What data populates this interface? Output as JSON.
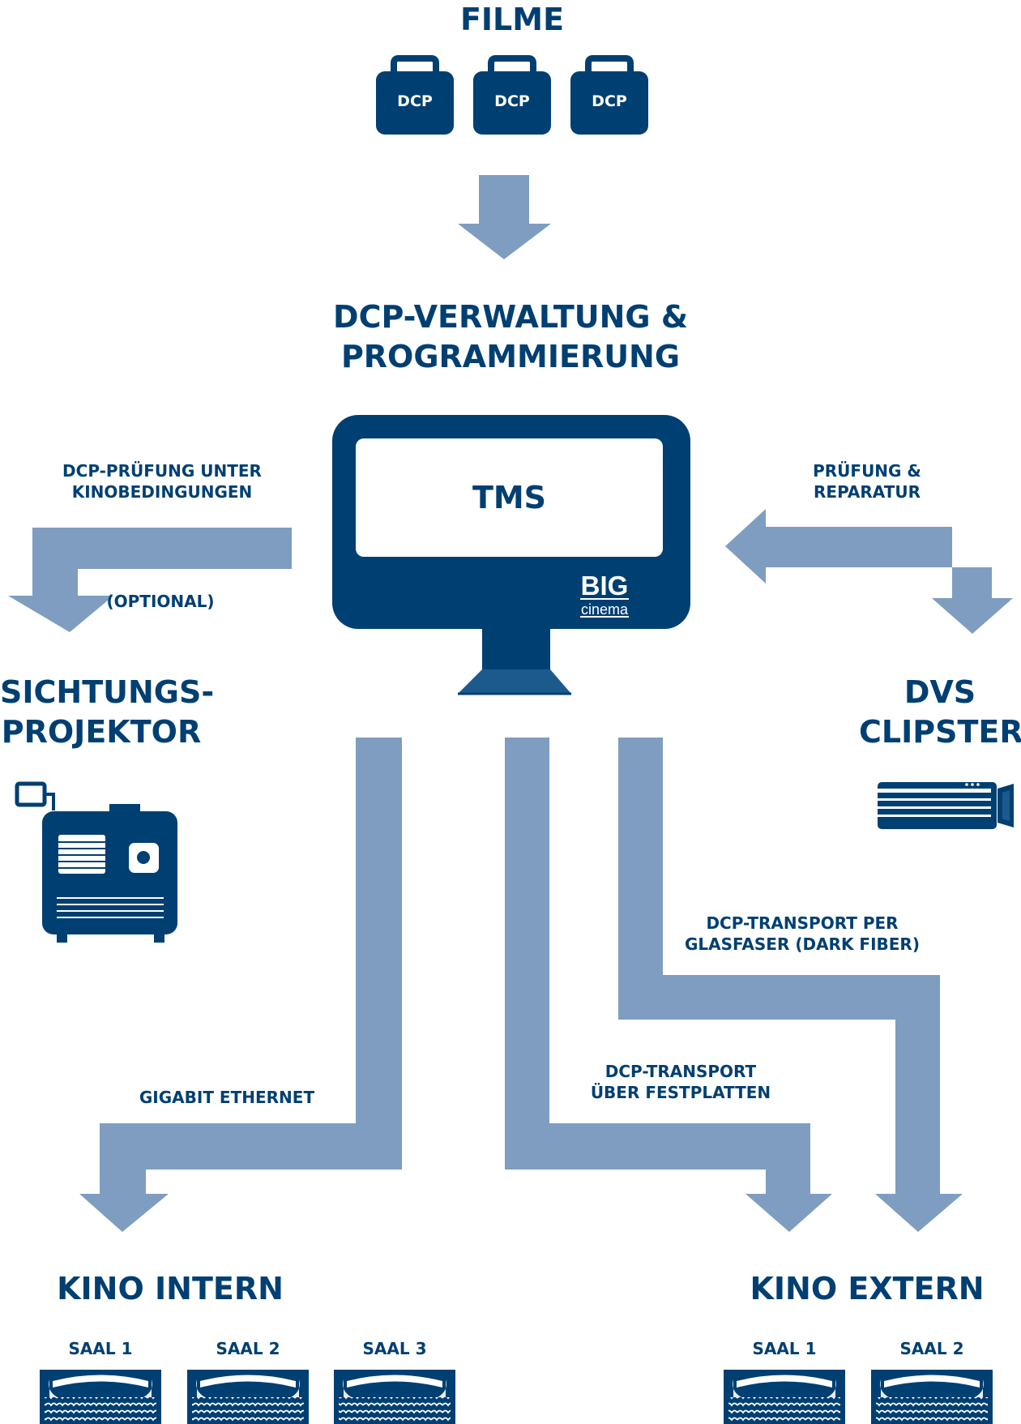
{
  "colors": {
    "primary": "#003f72",
    "arrow": "#7e9dc1",
    "stand_plate": "#1c5a8e",
    "background": "#ffffff"
  },
  "source": {
    "title": "FILME",
    "packages": [
      {
        "label": "DCP",
        "icon": "briefcase-icon"
      },
      {
        "label": "DCP",
        "icon": "briefcase-icon"
      },
      {
        "label": "DCP",
        "icon": "briefcase-icon"
      }
    ]
  },
  "management": {
    "title_line1": "DCP-VERWALTUNG &",
    "title_line2": "PROGRAMMIERUNG",
    "screen_label": "TMS",
    "logo_line1": "BIG",
    "logo_line2": "cinema",
    "icon": "monitor-icon"
  },
  "left_branch": {
    "label_line1": "DCP-PRÜFUNG UNTER",
    "label_line2": "KINOBEDINGUNGEN",
    "note": "(OPTIONAL)",
    "target_line1": "SICHTUNGS-",
    "target_line2": "PROJEKTOR",
    "icon": "projector-icon"
  },
  "right_branch": {
    "label_line1": "PRÜFUNG &",
    "label_line2": "REPARATUR",
    "target_line1": "DVS",
    "target_line2": "CLIPSTER",
    "icon": "clipster-device-icon"
  },
  "transports": {
    "ethernet": "GIGABIT ETHERNET",
    "hdd_line1": "DCP-TRANSPORT",
    "hdd_line2": "ÜBER FESTPLATTEN",
    "fiber_line1": "DCP-TRANSPORT PER",
    "fiber_line2": "GLASFASER (DARK FIBER)"
  },
  "cinema_internal": {
    "title": "KINO INTERN",
    "screens": [
      "SAAL 1",
      "SAAL 2",
      "SAAL 3"
    ]
  },
  "cinema_external": {
    "title": "KINO EXTERN",
    "screens": [
      "SAAL 1",
      "SAAL 2"
    ]
  }
}
